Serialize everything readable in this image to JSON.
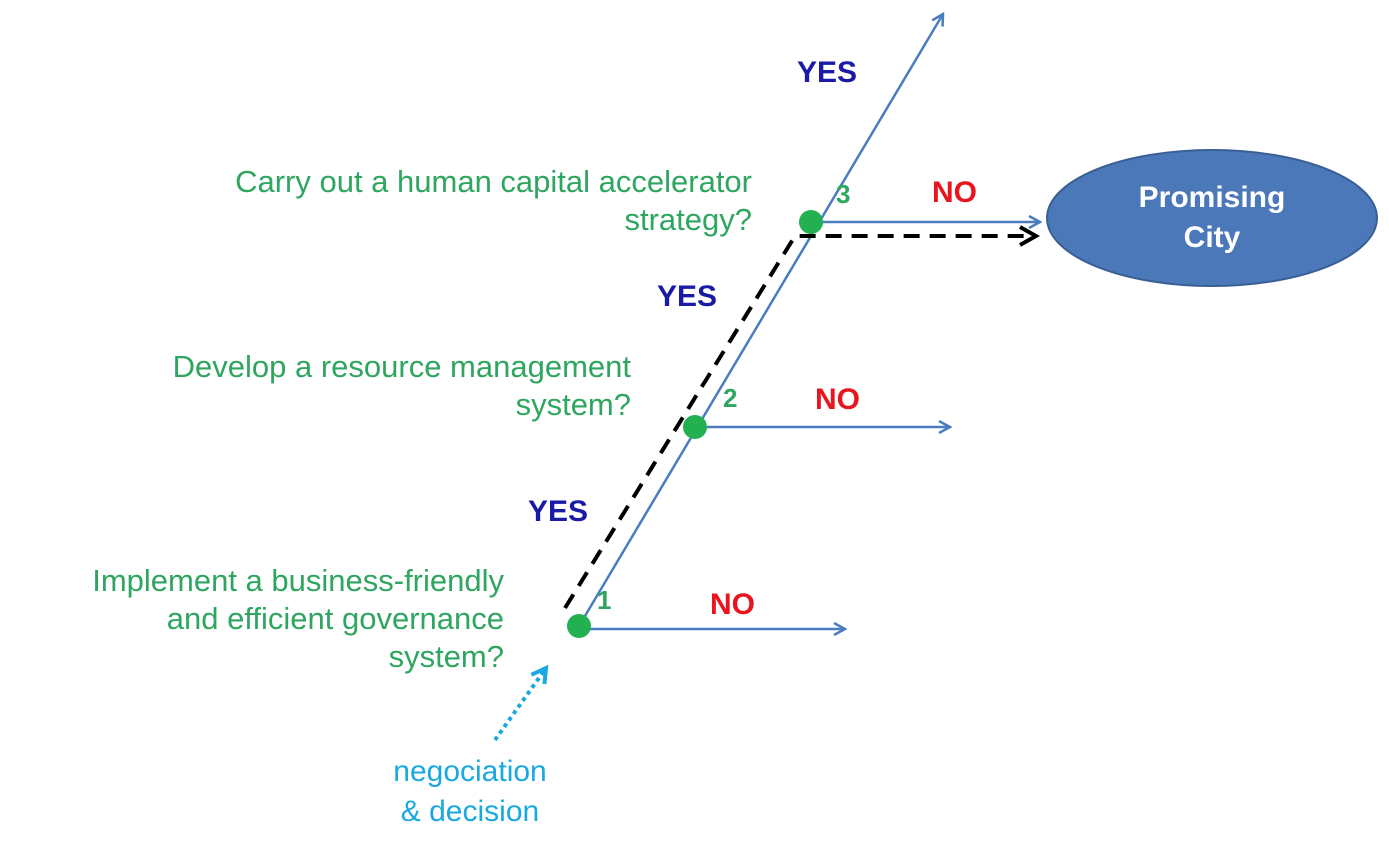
{
  "questions": [
    {
      "number": "1",
      "text_lines": [
        "Implement a business-friendly",
        "and efficient governance",
        "system?"
      ],
      "yes": "YES",
      "no": "NO"
    },
    {
      "number": "2",
      "text_lines": [
        "Develop a resource management",
        "system?"
      ],
      "yes": "YES",
      "no": "NO"
    },
    {
      "number": "3",
      "text_lines": [
        "Carry out a human capital accelerator",
        "strategy?"
      ],
      "yes": "YES",
      "no": "NO"
    }
  ],
  "outcome": {
    "lines": [
      "Promising",
      "City"
    ]
  },
  "input": {
    "lines": [
      "negociation",
      "& decision"
    ]
  },
  "colors": {
    "line": "#4a7cc0",
    "node": "#22b050",
    "ellipse": "#4a78b8",
    "question": "#2fa660",
    "yes": "#1a1aa6",
    "no": "#e8141e",
    "input": "#19a9e0"
  }
}
